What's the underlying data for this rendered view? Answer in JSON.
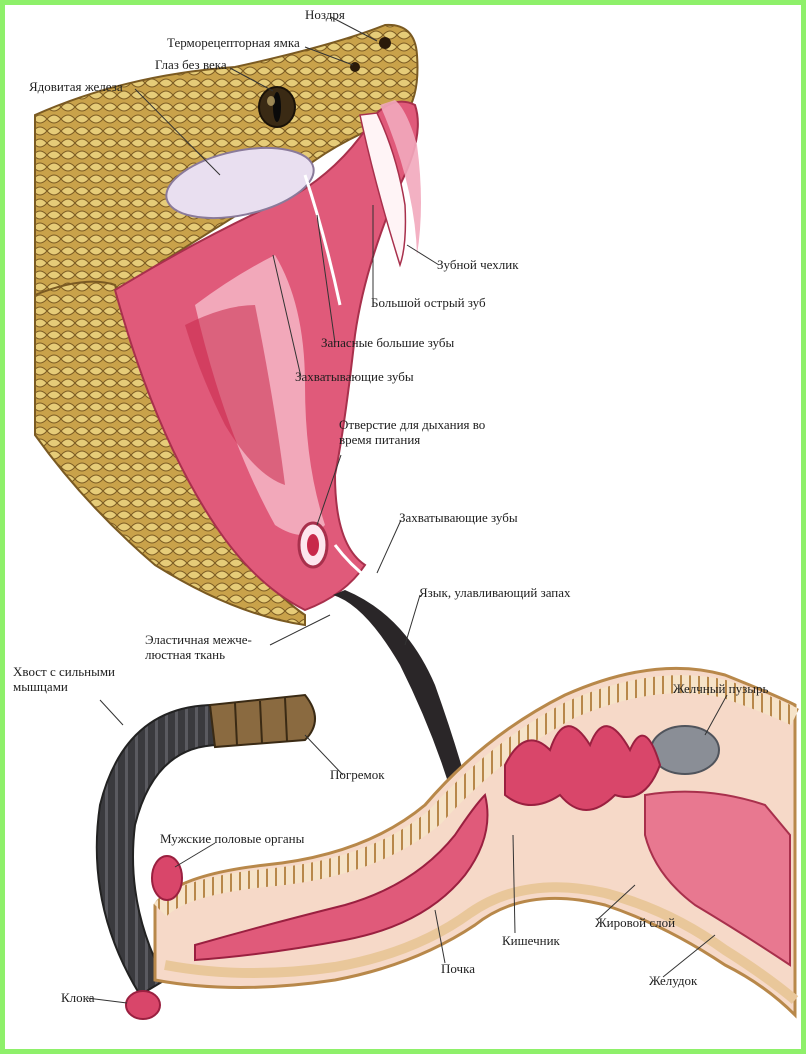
{
  "colors": {
    "frame": "#8ef06a",
    "scale_light": "#d9b75a",
    "scale_dark": "#7a5a22",
    "mouth": "#e05a7a",
    "mouth_inner": "#f4b6c6",
    "tongue": "#2a2628",
    "tail": "#3a3a3e",
    "body_inner": "#f6d9c8",
    "spine": "#c8a25a",
    "organ": "#d9466a",
    "gallbladder": "#8a8e96"
  },
  "labels": {
    "nostril": "Ноздря",
    "pit": "Терморецепторная ямка",
    "eye": "Глаз без века",
    "venom_gland": "Ядовитая железа",
    "fang_sheath": "Зубной чехлик",
    "big_fang": "Большой острый зуб",
    "spare_fangs": "Запасные большие зубы",
    "grasping_teeth_1": "Захватывающие зубы",
    "breathing_opening": "Отверстие для дыхания во время питания",
    "grasping_teeth_2": "Захватывающие зубы",
    "tongue": "Язык, улавливающий запах",
    "elastic_tissue": "Эластичная межче-люстная ткань",
    "tail_muscles": "Хвост с сильными мышцами",
    "rattle": "Погремок",
    "gallbladder": "Желчный пузырь",
    "male_organs": "Мужские половые органы",
    "fat_layer": "Жировой слой",
    "intestine": "Кишечник",
    "kidney": "Почка",
    "stomach": "Желудок",
    "cloaca": "Клока"
  }
}
